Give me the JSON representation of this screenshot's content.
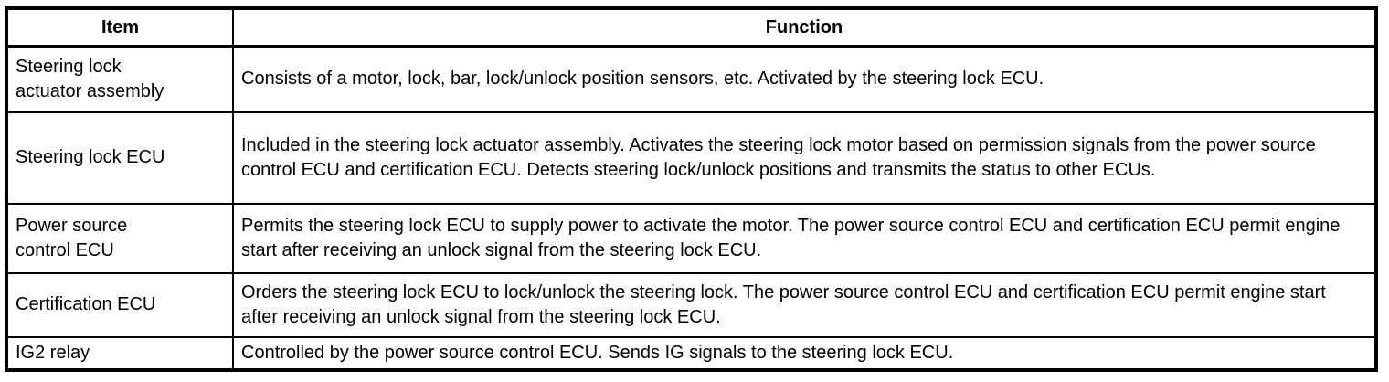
{
  "table": {
    "headers": {
      "item": "Item",
      "function": "Function"
    },
    "rows": [
      {
        "item": "Steering lock actuator assembly",
        "function": "Consists of a motor, lock, bar, lock/unlock position sensors, etc. Activated by the steering lock ECU."
      },
      {
        "item": "Steering lock ECU",
        "function": "Included in the steering lock actuator assembly. Activates the steering lock motor based on permission signals from the power source control ECU and certification ECU. Detects steering lock/unlock positions and transmits the status to other ECUs."
      },
      {
        "item": "Power source control ECU",
        "function": "Permits the steering lock ECU to supply power to activate the motor. The power source control ECU and certification ECU permit engine start after receiving an unlock signal from the steering lock ECU."
      },
      {
        "item": "Certification ECU",
        "function": "Orders the steering lock ECU to lock/unlock the steering lock. The power source control ECU and certification ECU permit engine start after receiving an unlock signal from the steering lock ECU."
      },
      {
        "item": "IG2 relay",
        "function": "Controlled by the power source control ECU. Sends IG signals to the steering lock ECU."
      }
    ],
    "colors": {
      "border": "#000000",
      "background": "#ffffff",
      "text": "#000000"
    }
  }
}
